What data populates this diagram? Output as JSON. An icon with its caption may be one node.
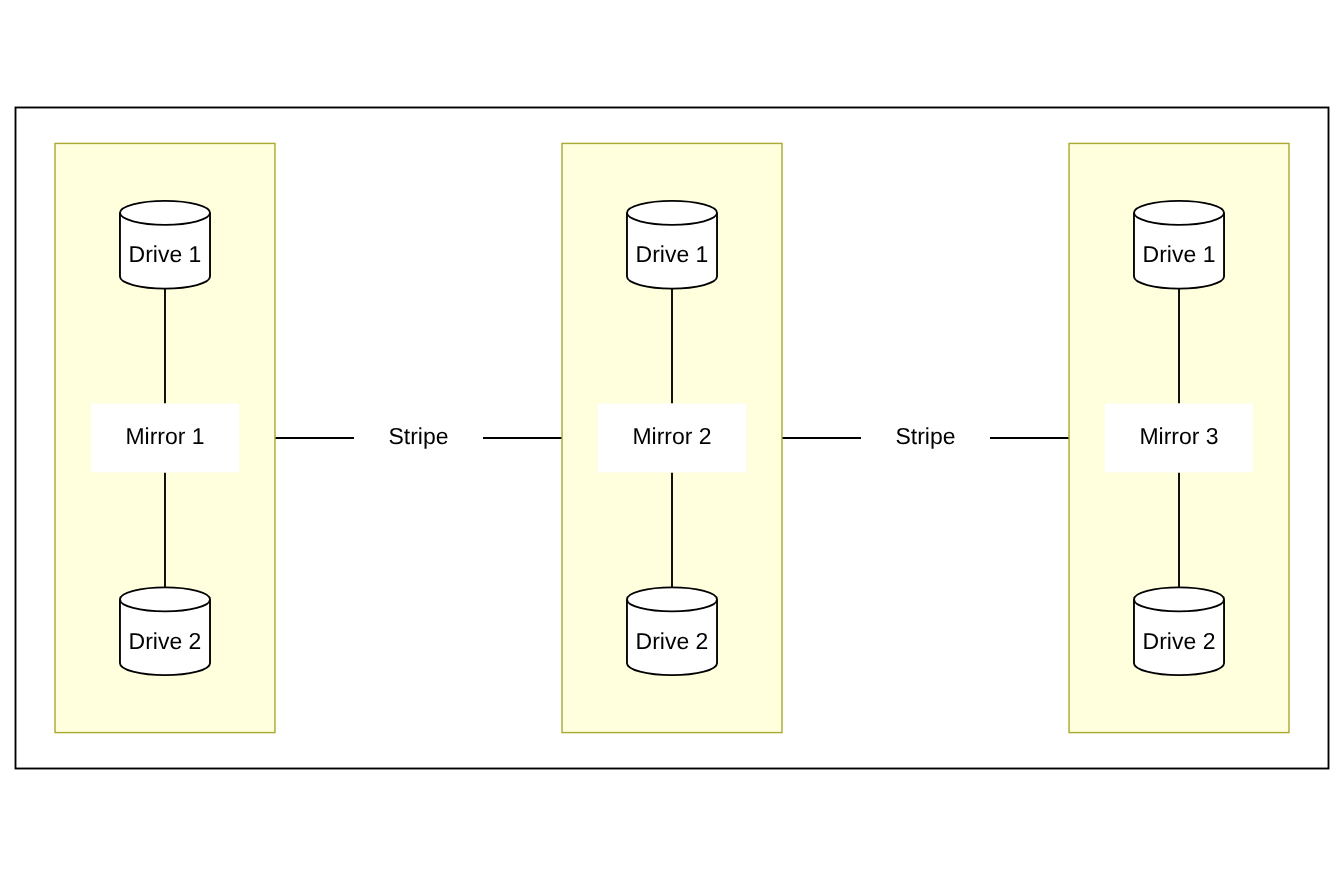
{
  "diagram": {
    "nodes": [
      {
        "text": [],
        "shape": "box"
      },
      {
        "text": [],
        "shape": "box",
        "in": 0
      },
      {
        "text": [
          "Drive 1"
        ],
        "in": 1
      },
      {
        "text": [
          "Mirror 1"
        ],
        "in": 1
      },
      {
        "text": [
          "Drive 2"
        ],
        "in": 1
      },
      {
        "text": [
          "Stripe"
        ],
        "in": 0
      },
      {
        "text": [],
        "shape": "box",
        "in": 0
      },
      {
        "text": [
          "Drive 1"
        ],
        "in": 6
      },
      {
        "text": [
          "Mirror 2"
        ],
        "in": 6
      },
      {
        "text": [
          "Drive 2"
        ],
        "in": 6
      },
      {
        "text": [
          "Stripe"
        ],
        "in": 0
      },
      {
        "text": [],
        "shape": "box",
        "in": 0
      },
      {
        "text": [
          "Drive 1"
        ],
        "in": 11
      },
      {
        "text": [
          "Mirror 3"
        ],
        "in": 11
      },
      {
        "text": [
          "Drive 2"
        ],
        "in": 11
      }
    ],
    "edges": [
      {
        "from": 2,
        "to": 3,
        "arrow": "none"
      },
      {
        "from": 3,
        "to": 4,
        "arrow": "none"
      },
      {
        "from": 1,
        "to": 5,
        "arrow": "none"
      },
      {
        "from": 5,
        "to": 6,
        "arrow": "none"
      },
      {
        "from": 7,
        "to": 8,
        "arrow": "none"
      },
      {
        "from": 8,
        "to": 9,
        "arrow": "none"
      },
      {
        "from": 6,
        "to": 10,
        "arrow": "none"
      },
      {
        "from": 10,
        "to": 11,
        "arrow": "none"
      },
      {
        "from": 12,
        "to": 13,
        "arrow": "none"
      },
      {
        "from": 13,
        "to": 14,
        "arrow": "none"
      }
    ]
  }
}
